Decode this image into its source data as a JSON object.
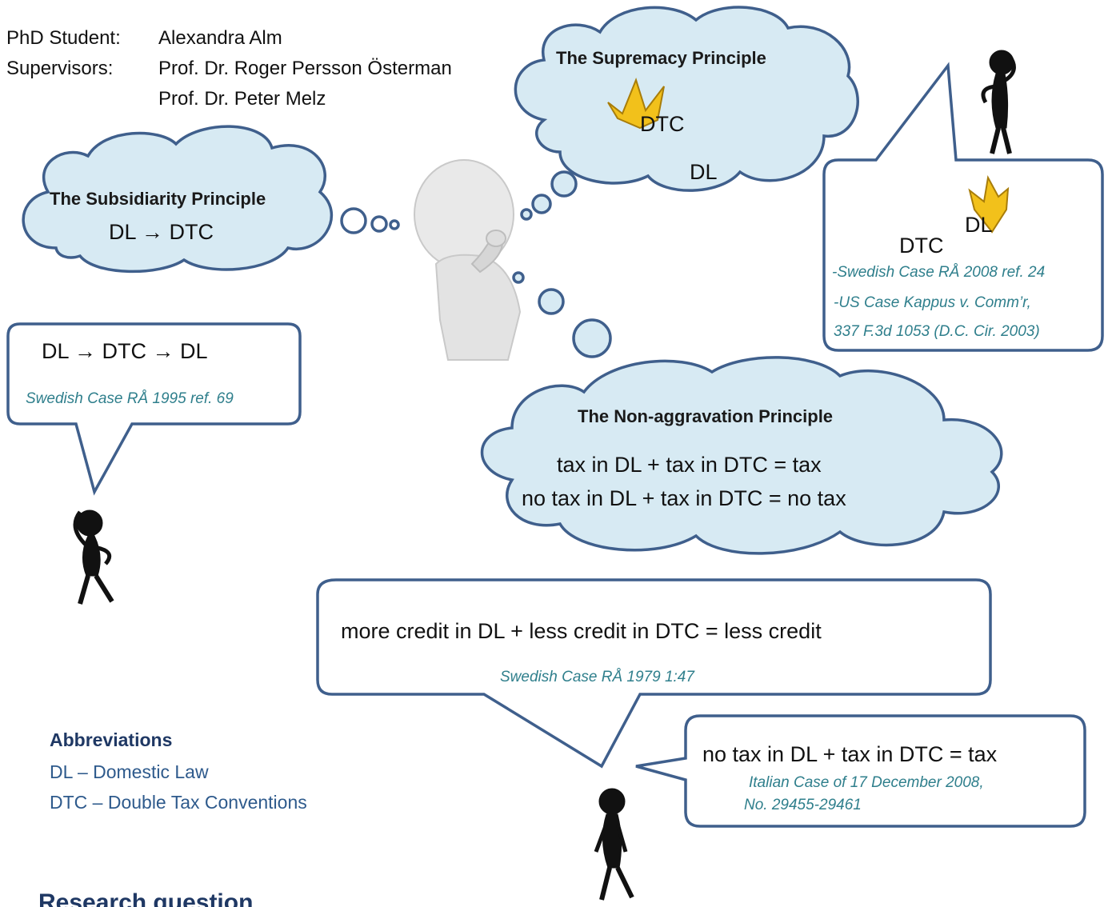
{
  "header": {
    "student_label": "PhD Student:",
    "student_name": "Alexandra Alm",
    "supervisors_label": "Supervisors:",
    "supervisor_1": "Prof. Dr. Roger Persson Österman",
    "supervisor_2": "Prof. Dr. Peter Melz"
  },
  "subsidiarity": {
    "title": "The Subsidiarity Principle",
    "formula": "DL → DTC"
  },
  "supremacy": {
    "title": "The Supremacy Principle",
    "top": "DTC",
    "bottom": "DL"
  },
  "non_aggravation": {
    "title": "The Non-aggravation Principle",
    "line1": "tax in DL + tax in DTC = tax",
    "line2": "no tax in DL + tax in DTC = no tax"
  },
  "left_bubble": {
    "formula": "DL → DTC → DL",
    "case": "Swedish Case RÅ 1995 ref. 69"
  },
  "right_bubble": {
    "top": "DL",
    "bottom": "DTC",
    "case1": "-Swedish Case RÅ 2008 ref. 24",
    "case2": "-US Case Kappus v. Comm’r,",
    "case3": "337 F.3d 1053 (D.C. Cir. 2003)"
  },
  "credit_bubble": {
    "formula": "more credit in DL + less credit in DTC = less credit",
    "case": "Swedish Case RÅ 1979 1:47"
  },
  "italian_bubble": {
    "formula": "no tax in DL + tax in DTC = tax",
    "case1": "Italian Case of 17 December 2008,",
    "case2": "No. 29455-29461"
  },
  "abbreviations": {
    "title": "Abbreviations",
    "dl": "DL – Domestic Law",
    "dtc": "DTC – Double Tax Conventions"
  },
  "footer_cutoff": "Research question",
  "colors": {
    "cloud_fill": "#d7eaf3",
    "outline": "#3f5f8c",
    "crown": "#f2c11b",
    "cite": "#2f7f8c",
    "abbr": "#2e5a8c"
  },
  "icons": [
    "crown-icon",
    "thinking-figure-icon",
    "stick-figure-icon"
  ]
}
